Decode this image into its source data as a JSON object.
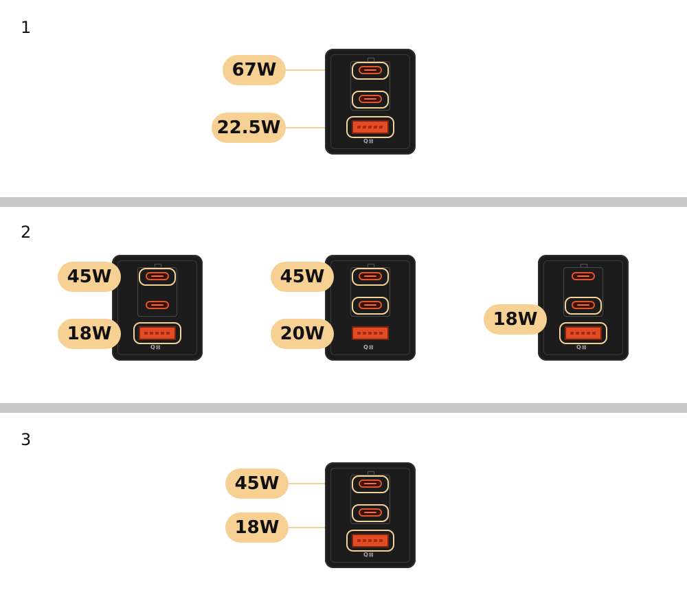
{
  "sections": [
    {
      "number": "1",
      "labels": [
        "67W",
        "22.5W"
      ]
    },
    {
      "number": "2",
      "labels": [
        "45W",
        "18W",
        "45W",
        "20W",
        "18W"
      ]
    },
    {
      "number": "3",
      "labels": [
        "45W",
        "18W"
      ]
    }
  ],
  "charger": {
    "logo": "Q⊠"
  },
  "colors": {
    "pill": "#f7d093",
    "line": "#f4d29c",
    "body": "#1c1c1c",
    "port": "#e24b24"
  }
}
